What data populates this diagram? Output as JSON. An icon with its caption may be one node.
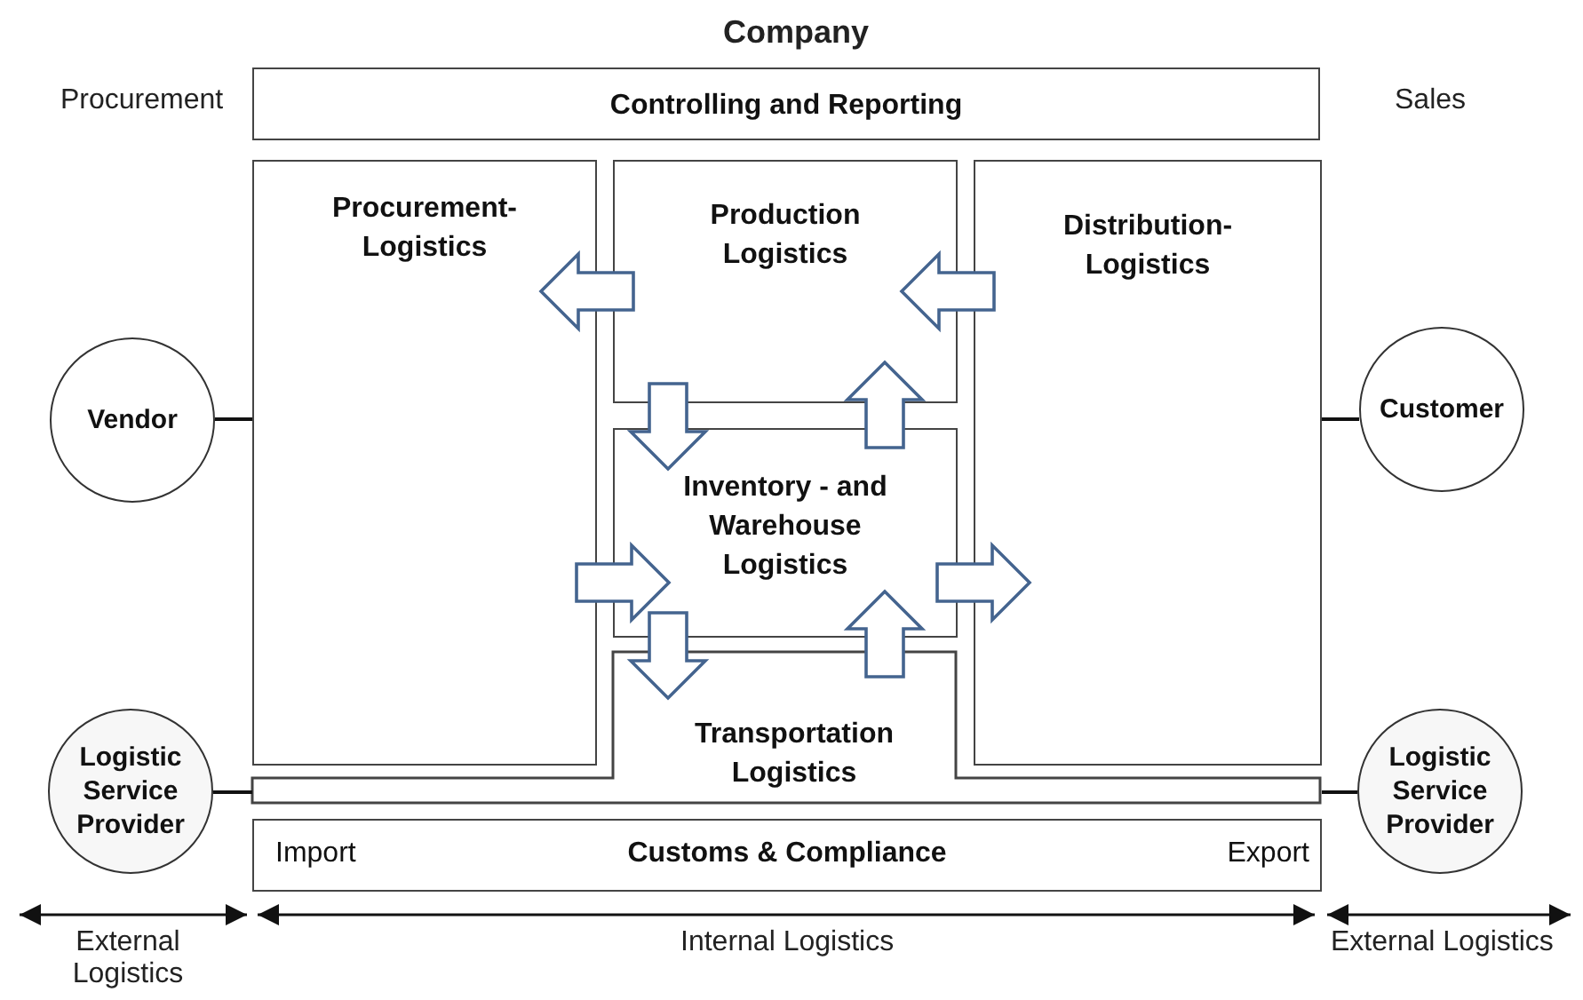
{
  "diagram": {
    "title": "Company",
    "nodes": [
      {
        "text": [
          "Controlling and Reporting"
        ]
      },
      {
        "text": [
          "Procurement- Logistics"
        ]
      },
      {
        "text": [
          "Production Logistics"
        ]
      },
      {
        "text": [
          "Distribution- Logistics"
        ]
      },
      {
        "text": [
          "Inventory - and Warehouse Logistics"
        ]
      },
      {
        "text": [
          "Transportation Logistics"
        ]
      },
      {
        "text": [
          "Import",
          "Customs & Compliance",
          "Export"
        ]
      },
      {
        "text": [
          "Vendor"
        ]
      },
      {
        "text": [
          "Customer"
        ]
      },
      {
        "text": [
          "Logistic Service Provider"
        ]
      },
      {
        "text": [
          "Logistic Service Provider"
        ]
      }
    ],
    "edges": [
      {
        "from": 2,
        "to": 1,
        "arrow": "to",
        "style": "thick",
        "color": "#44648f"
      },
      {
        "from": 3,
        "to": 2,
        "arrow": "to",
        "style": "thick",
        "color": "#44648f"
      },
      {
        "from": 2,
        "to": 4,
        "arrow": "to",
        "style": "thick",
        "color": "#44648f"
      },
      {
        "from": 4,
        "to": 2,
        "arrow": "to",
        "style": "thick",
        "color": "#44648f"
      },
      {
        "from": 1,
        "to": 4,
        "arrow": "to",
        "style": "thick",
        "color": "#44648f"
      },
      {
        "from": 4,
        "to": 3,
        "arrow": "to",
        "style": "thick",
        "color": "#44648f"
      },
      {
        "from": 4,
        "to": 5,
        "arrow": "to",
        "style": "thick",
        "color": "#44648f"
      },
      {
        "from": 5,
        "to": 4,
        "arrow": "to",
        "style": "thick",
        "color": "#44648f"
      },
      {
        "from": 7,
        "to": 1,
        "arrow": "none"
      },
      {
        "from": 8,
        "to": 3,
        "arrow": "none"
      },
      {
        "from": 9,
        "to": 5,
        "arrow": "none"
      },
      {
        "from": 10,
        "to": 5,
        "arrow": "none"
      }
    ],
    "labels": [
      "Procurement",
      "Sales",
      "External Logistics",
      "Internal Logistics",
      "External Logistics"
    ]
  }
}
